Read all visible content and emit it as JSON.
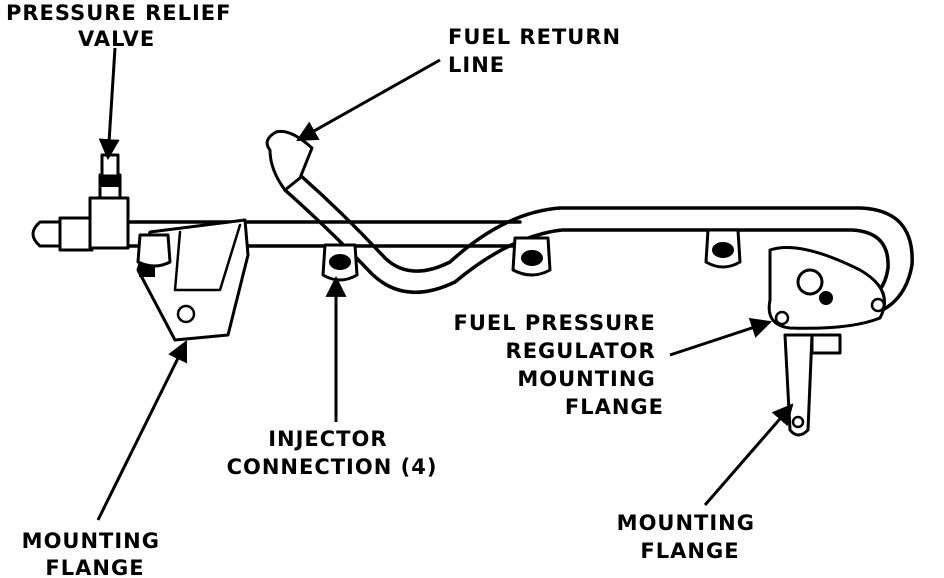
{
  "labels": {
    "pressure_relief_valve": [
      "PRESSURE RELIEF",
      "VALVE"
    ],
    "fuel_return_line": [
      "FUEL RETURN",
      "LINE"
    ],
    "fuel_pressure_regulator_flange": [
      "FUEL PRESSURE",
      "REGULATOR",
      "MOUNTING",
      "FLANGE"
    ],
    "injector_connection": [
      "INJECTOR",
      "CONNECTION (4)"
    ],
    "mounting_flange_left": [
      "MOUNTING",
      "FLANGE"
    ],
    "mounting_flange_right": [
      "MOUNTING",
      "FLANGE"
    ]
  }
}
